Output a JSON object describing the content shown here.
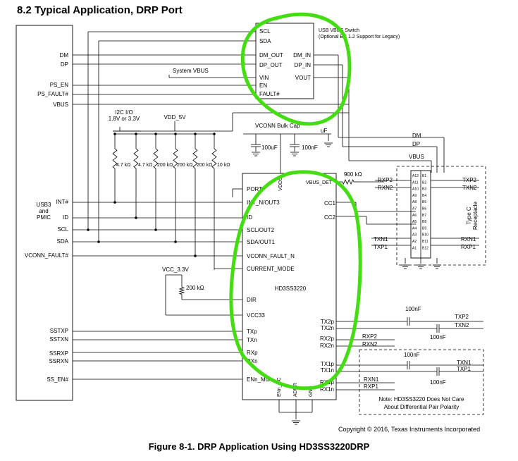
{
  "title": "8.2 Typical Application, DRP Port",
  "caption": "Figure 8-1. DRP Application Using HD3SS3220DRP",
  "copyright": "Copyright © 2016, Texas Instruments Incorporated",
  "highlight_color": "#44dd11",
  "host": {
    "pins_top": [
      "DM",
      "DP",
      "PS_EN",
      "PS_FAULT#",
      "VBUS"
    ],
    "group_label": [
      "USB3",
      "and",
      "PMIC"
    ],
    "pins_mid": [
      "INT#",
      "ID",
      "SCL",
      "SDA",
      "VCONN_FAULT#"
    ],
    "pins_bottom": [
      "SSTXP",
      "SSTXN",
      "SSRXP",
      "SSRXN",
      "SS_EN#"
    ]
  },
  "switch": {
    "title": "USB VBUS Switch",
    "subtitle": "(Optional BC 1.2 Support for Legacy)",
    "left_pins": [
      "SCL",
      "SDA",
      "DM_OUT",
      "DP_OUT",
      "VIN",
      "EN",
      "FAULT#"
    ],
    "right_pins": [
      "DM_IN",
      "DP_IN",
      "VOUT"
    ],
    "system_vbus": "System VBUS"
  },
  "power": {
    "i2c_io": [
      "I2C I/O",
      "1.8V or 3.3V"
    ],
    "vdd": "VDD_5V",
    "vconn": "VCONN Bulk Cap",
    "cap1": "100uF",
    "cap2": "100nF",
    "cap_partial": "uF",
    "vcc": "VCC_3.3V",
    "r_vcc": "200 kΩ",
    "resistors": [
      "4.7 kΩ",
      "4.7 kΩ",
      "200 kΩ",
      "200 kΩ",
      "200 kΩ",
      "10 kΩ"
    ]
  },
  "chip": {
    "name": "HD3SS3220",
    "top_pins": [
      "VDD5",
      "VBUS_DET"
    ],
    "r_vbus": "900 kΩ",
    "left_pins": [
      "PORT",
      "INT_N/OUT3",
      "ID",
      "SCL/OUT2",
      "SDA/OUT1",
      "VCONN_FAULT_N",
      "CURRENT_MODE",
      "DIR",
      "VCC33",
      "TXp",
      "TXn",
      "RXp",
      "RXn",
      "ENn_Mux"
    ],
    "right_pins": [
      "CC1",
      "CC2",
      "TX2p",
      "TX2n",
      "RX2p",
      "RX2n",
      "TX1p",
      "TX1n",
      "RX1p",
      "RX1n"
    ],
    "bottom_pins": [
      "ENn_CC",
      "ADDR",
      "GND"
    ]
  },
  "connector": {
    "label": [
      "Type C",
      "Receptacle"
    ],
    "top": [
      "DM",
      "DP",
      "VBUS"
    ],
    "left": [
      "RXP2",
      "RXN2",
      "TXN1",
      "TXP1"
    ],
    "right": [
      "TXP2",
      "TXN2",
      "RXN1",
      "RXP1"
    ],
    "pins_a": [
      "A12",
      "A11",
      "A10",
      "A9",
      "A8",
      "A7",
      "A6",
      "A5",
      "A4",
      "A3",
      "A2",
      "A1"
    ],
    "pins_b": [
      "B1",
      "B2",
      "B3",
      "B4",
      "B5",
      "B6",
      "B7",
      "B8",
      "B9",
      "B10",
      "B11",
      "B12"
    ]
  },
  "ss_lines": {
    "cap": "100nF",
    "upper": [
      "TXP2",
      "TXN2",
      "RXP2",
      "RXN2"
    ],
    "lower": [
      "TXN1",
      "TXP1",
      "RXN1",
      "RXP1"
    ],
    "note": [
      "Note: HD3SS3220 Does Not Care",
      "About Differential Pair Polarity"
    ]
  }
}
